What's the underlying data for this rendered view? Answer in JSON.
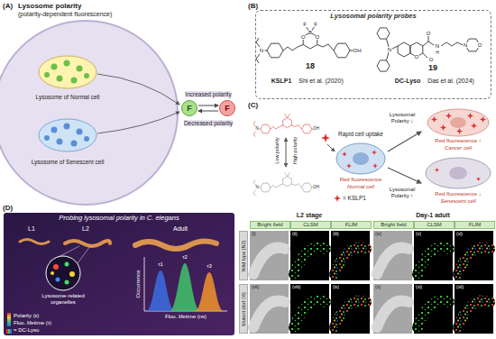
{
  "diagram": {
    "nodes": [
      {
        "text": [
          "Lysosomal polarity probes"
        ]
      },
      {
        "text": [
          "F"
        ]
      },
      {
        "text": [
          "F"
        ]
      },
      {
        "text": [
          "Probing lysosomal polarity in C. elegans"
        ]
      },
      {
        "text": [
          "Bright field"
        ]
      },
      {
        "text": [
          "CLSM"
        ]
      },
      {
        "text": [
          "FLIM"
        ]
      },
      {
        "text": [
          "Bright field"
        ]
      },
      {
        "text": [
          "CLSM"
        ]
      },
      {
        "text": [
          "FLIM"
        ]
      },
      {
        "text": [
          "Wild type (N2)"
        ]
      },
      {
        "text": [
          "Mutant (daf-16)"
        ]
      }
    ],
    "edges": [
      {
        "from": 1,
        "to": 2,
        "arrow": "to",
        "label": "Increased polarity"
      },
      {
        "from": 2,
        "to": 1,
        "arrow": "to",
        "label": "Decreased polarity"
      }
    ],
    "labels": [
      "(A)",
      "Lysosome polarity",
      "(polarity-dependent fluorescence)",
      "Lysosome of Normal cell",
      "Lysosome of Senescent cell",
      "(B)",
      "F",
      "F",
      "O",
      "B",
      "O",
      "N",
      "OH",
      "18",
      "KSLP1",
      "Shi et al. (2020)",
      "O",
      "N",
      "N",
      "H",
      "N",
      "O",
      "O",
      "O",
      "19",
      "DC-Lyso",
      "Das et al. (2024)",
      "(C)",
      "N",
      "OH",
      "N",
      "OH",
      "Low polarity",
      "High polarity",
      "Rapid cell uptake",
      "Red fluorescence",
      "Normal cell",
      "Lysosomal Polarity ↓",
      "Red fluorescence ↑",
      "Cancer cell",
      "Lysosomal Polarity ↑",
      "Red fluorescence ↓",
      "Senescent cell",
      "(D)",
      "L1",
      "L2",
      "Adult",
      "Lysosome-related organelles",
      "Occurrence",
      "Fluo. lifetime (ns)",
      "τ1",
      "τ2",
      "τ3",
      "Polarity (ε)",
      "Fluo. lifetime (τ)",
      "L2 stage",
      "Day-1 adult",
      "(i)",
      "(ii)",
      "(iii)",
      "(iv)",
      "(v)",
      "(vi)",
      "(vii)",
      "(viii)",
      "(ix)",
      "(x)",
      "(xi)",
      "(xii)"
    ],
    "legend": [
      {
        "text": "= KSLP1"
      },
      {
        "text": "= DC-Lyso"
      }
    ]
  }
}
